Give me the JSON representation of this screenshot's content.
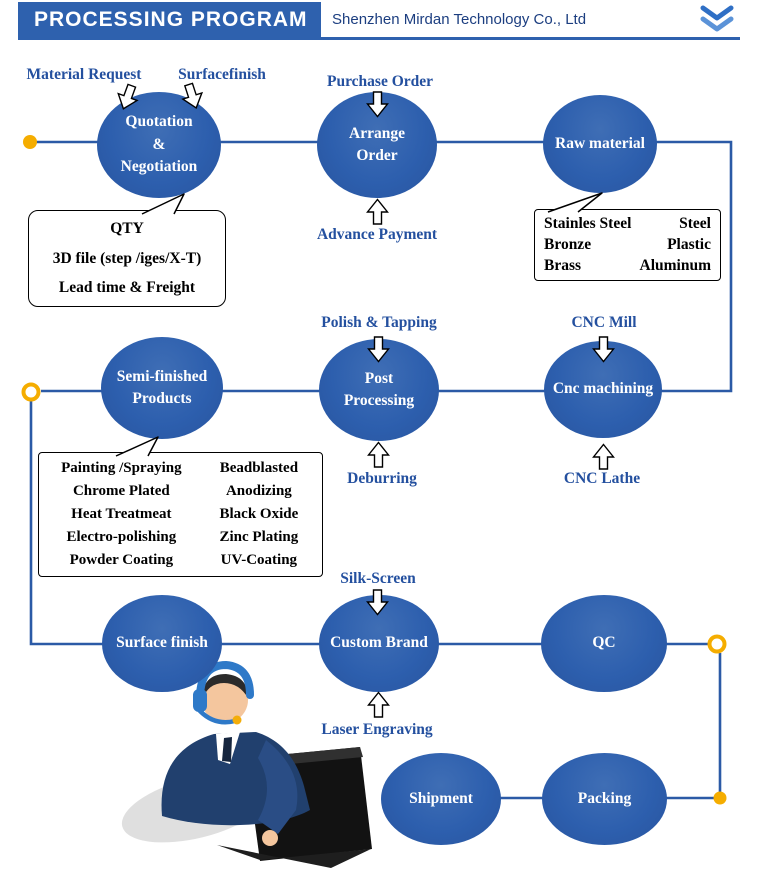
{
  "header": {
    "title": "PROCESSING PROGRAM",
    "company": "Shenzhen Mirdan Technology Co., Ltd"
  },
  "icons": {
    "header_chevron": "double-chevron-down",
    "flow_arrow_down": "block-arrow-down",
    "flow_arrow_up": "block-arrow-up",
    "illustration": "customer-service-agent-with-headset-at-laptop"
  },
  "colors": {
    "header_blue": "#2e61ae",
    "node_blue": "#2d5fae",
    "line_blue": "#2b5aa6",
    "label_blue": "#24509f",
    "accent_yellow": "#f5ad00",
    "callout_border": "#000000"
  },
  "nodes": {
    "quotation": "Quotation\n&\nNegotiation",
    "arrange": "Arrange\nOrder",
    "raw": "Raw material",
    "semi": "Semi-finished\nProducts",
    "post": "Post\nProcessing",
    "cnc": "Cnc machining",
    "surface": "Surface finish",
    "custom": "Custom  Brand",
    "qc": "QC",
    "shipment": "Shipment",
    "packing": "Packing"
  },
  "labels": {
    "material_request": "Material Request",
    "surfacefinish": "Surfacefinish",
    "purchase_order": "Purchase Order",
    "advance_payment": "Advance  Payment",
    "polish_tapping": "Polish & Tapping",
    "cnc_mill": "CNC  Mill",
    "deburring": "Deburring",
    "cnc_lathe": "CNC  Lathe",
    "silk_screen": "Silk-Screen",
    "laser_engraving": "Laser Engraving"
  },
  "callouts": {
    "quotation_details": {
      "lines": [
        "QTY",
        "3D file (step /iges/X-T)",
        "Lead time &  Freight"
      ]
    },
    "raw_materials": {
      "left": [
        "Stainles Steel",
        "Bronze",
        "Brass"
      ],
      "right": [
        "Steel",
        "Plastic",
        "Aluminum"
      ]
    },
    "finishes": {
      "left": [
        "Painting /Spraying",
        "Chrome Plated",
        "Heat Treatmeat",
        "Electro-polishing",
        "Powder Coating"
      ],
      "right": [
        "Beadblasted",
        "Anodizing",
        "Black Oxide",
        "Zinc Plating",
        "UV-Coating"
      ]
    }
  }
}
